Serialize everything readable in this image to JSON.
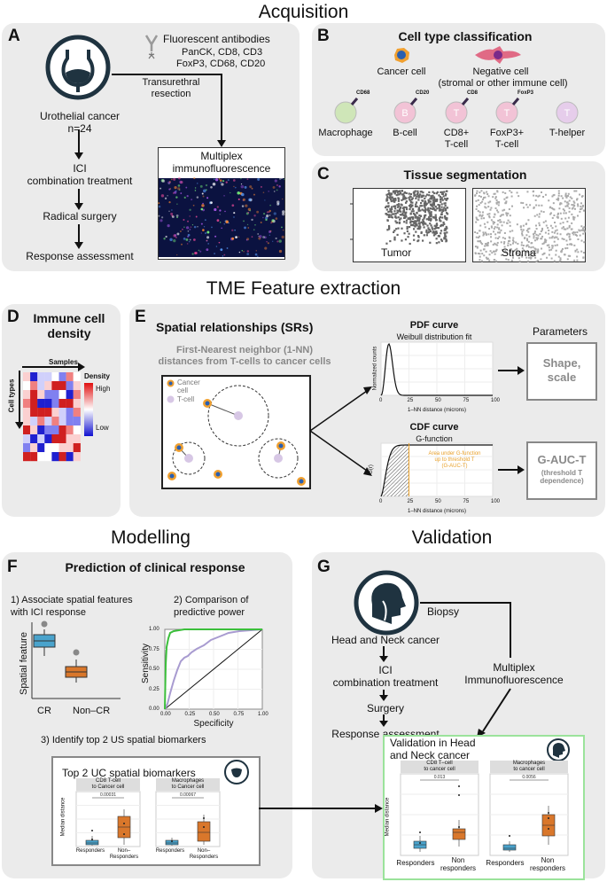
{
  "sections": {
    "acquisition": "Acquisition",
    "tme": "TME Feature extraction",
    "modelling": "Modelling",
    "validation": "Validation"
  },
  "panel_a": {
    "letter": "A",
    "antibody_title": "Fluorescent antibodies",
    "antibody_line1": "PanCK, CD8, CD3",
    "antibody_line2": "FoxP3, CD68, CD20",
    "resection_line1": "Transurethral",
    "resection_line2": "resection",
    "cohort_line1": "Urothelial cancer",
    "cohort_line2": "n=24",
    "treatment_line1": "ICI",
    "treatment_line2": "combination treatment",
    "surgery": "Radical surgery",
    "response": "Response assessment",
    "if_line1": "Multiplex",
    "if_line2": "immunofluorescence"
  },
  "panel_b": {
    "letter": "B",
    "title": "Cell type classification",
    "cancer": "Cancer cell",
    "negative_line1": "Negative cell",
    "negative_line2": "(stromal or other immune cell)",
    "cells": [
      {
        "label": "Macrophage",
        "marker": "CD68",
        "letter": ""
      },
      {
        "label": "B-cell",
        "marker": "CD20",
        "letter": "B"
      },
      {
        "label": "CD8+ T-cell",
        "marker": "CD8",
        "letter": "T"
      },
      {
        "label": "FoxP3+ T-cell",
        "marker": "FoxP3",
        "letter": "T"
      },
      {
        "label": "T-helper",
        "marker": "",
        "letter": "T"
      }
    ]
  },
  "panel_c": {
    "letter": "C",
    "title": "Tissue segmentation",
    "tumor": "Tumor",
    "stroma": "Stroma"
  },
  "panel_d": {
    "letter": "D",
    "title_line1": "Immune cell",
    "title_line2": "density",
    "samples": "Samples",
    "cell_types": "Cell types",
    "legend_title": "Density",
    "legend_high": "High",
    "legend_low": "Low"
  },
  "panel_e": {
    "letter": "E",
    "title": "Spatial relationships (SRs)",
    "nn_line1": "First-Nearest neighbor (1-NN)",
    "nn_line2": "distances from T-cells to cancer cells",
    "legend_cancer_line1": "Cancer",
    "legend_cancer_line2": "cell",
    "legend_tcell": "T-cell",
    "pdf_title": "PDF curve",
    "pdf_subtitle": "Weibull distribution fit",
    "pdf_ylabel": "Normalized counts",
    "pdf_xlabel": "1–NN distance (microns)",
    "pdf_xticks": [
      "0",
      "25",
      "50",
      "75",
      "100"
    ],
    "cdf_title": "CDF curve",
    "cdf_subtitle": "G-function",
    "cdf_ylabel": "G(r)",
    "cdf_xlabel": "1–NN distance (microns)",
    "cdf_xticks": [
      "0",
      "25",
      "50",
      "75",
      "100"
    ],
    "cdf_annot_line1": "Area under G-function",
    "cdf_annot_line2": "up to threshold T",
    "cdf_annot_line3": "(G-AUC-T)",
    "parameters": "Parameters",
    "param1_line1": "Shape,",
    "param1_line2": "scale",
    "param2_line1": "G-AUC-T",
    "param2_line2": "(threshold T",
    "param2_line3": "dependence)"
  },
  "panel_f": {
    "letter": "F",
    "title": "Prediction of clinical response",
    "step1_line1": "1) Associate spatial features",
    "step1_line2": "with ICI response",
    "step2_line1": "2) Comparison of",
    "step2_line2": "predictive power",
    "boxplot_ylabel": "Spatial feature",
    "boxplot_x1": "CR",
    "boxplot_x2": "Non–CR",
    "roc_ylabel": "Sensitivity",
    "roc_xlabel": "Specificity",
    "roc_xticks": [
      "0.00",
      "0.25",
      "0.50",
      "0.75",
      "1.00"
    ],
    "roc_yticks": [
      "1.00",
      "0.75",
      "0.50",
      "0.25",
      "0.00"
    ],
    "step3": "3) Identify top 2 US spatial biomarkers",
    "top2_title": "Top 2 UC spatial biomarkers",
    "mini1_title_line1": "CD8 T-cell",
    "mini1_title_line2": "to Cancer cell",
    "mini1_p": "0.00031",
    "mini2_title_line1": "Macrophages",
    "mini2_title_line2": "to Cancer cell",
    "mini2_p": "0.00067",
    "mini_ylabel": "Median distance",
    "mini_x1": "Responders",
    "mini_x2_line1": "Non–",
    "mini_x2_line2": "Responders"
  },
  "panel_g": {
    "letter": "G",
    "biopsy": "Biopsy",
    "cohort": "Head and Neck cancer",
    "treatment_line1": "ICI",
    "treatment_line2": "combination treatment",
    "surgery": "Surgery",
    "response": "Response assessment",
    "if_line1": "Multiplex",
    "if_line2": "Immunofluorescence",
    "val_title_line1": "Validation in Head",
    "val_title_line2": "and Neck cancer",
    "mini1_title_line1": "CD8 T–cell",
    "mini1_title_line2": "to cancer cell",
    "mini1_p": "0.013",
    "mini2_title_line1": "Macrophages",
    "mini2_title_line2": "to cancer cell",
    "mini2_p": "0.0056",
    "mini_ylabel": "Median distance",
    "mini_x1": "Responders",
    "mini_x2_line1": "Non",
    "mini_x2_line2": "responders"
  },
  "colors": {
    "panel": "#ebebeb",
    "cr_box": "#4aa3cc",
    "noncr_box": "#d9772b",
    "roc_green": "#3bbf3b",
    "roc_purple": "#a89bd0",
    "validation_border": "#9be39b",
    "annotation_orange": "#e8a02a"
  }
}
